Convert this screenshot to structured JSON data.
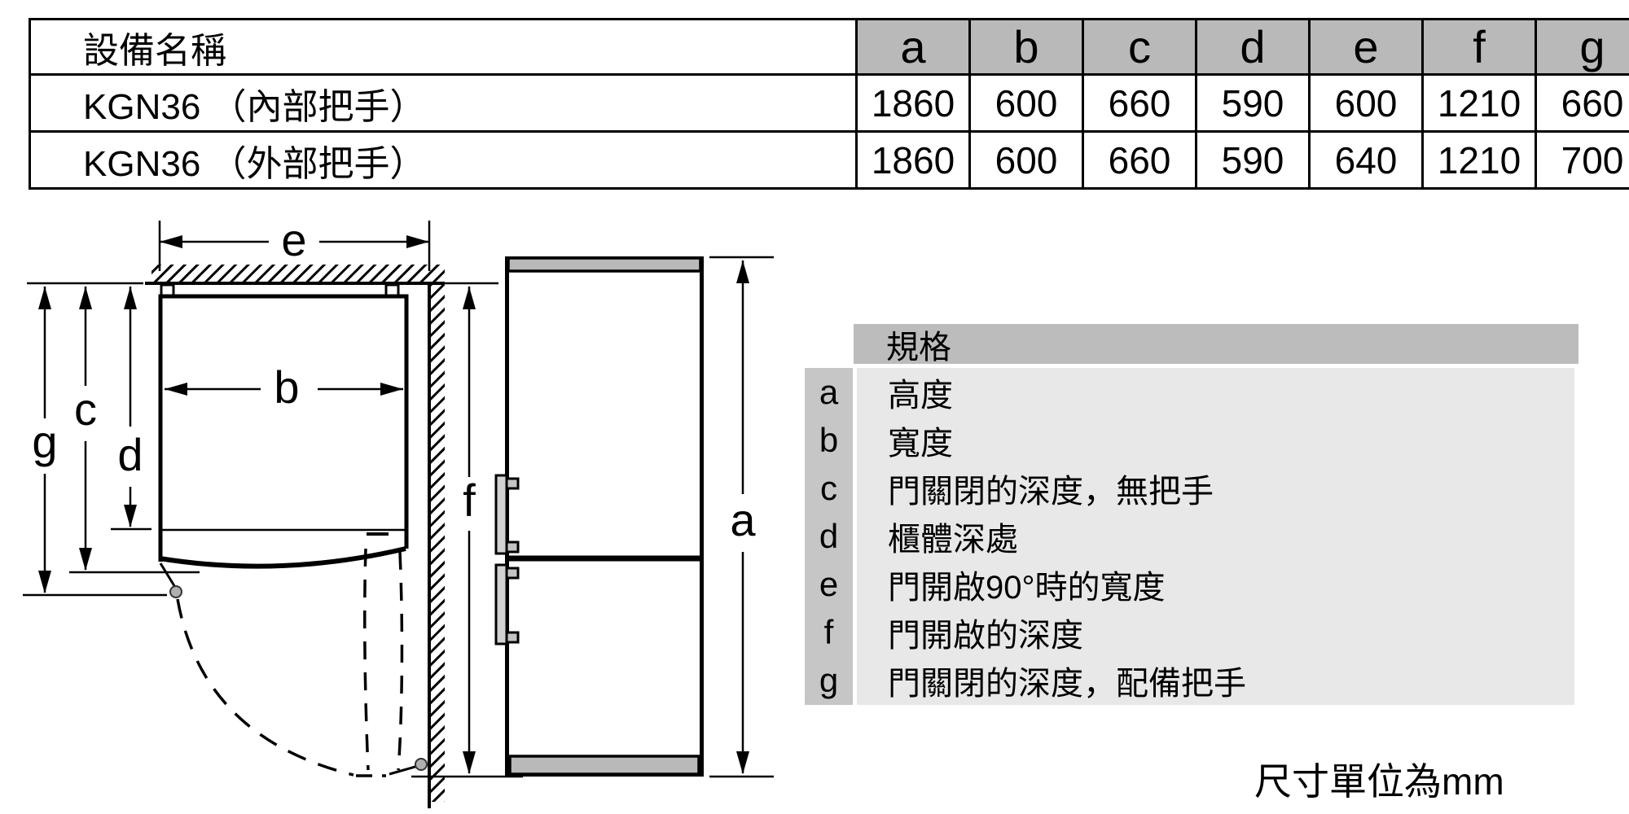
{
  "table": {
    "name_header": "設備名稱",
    "dim_headers": [
      "a",
      "b",
      "c",
      "d",
      "e",
      "f",
      "g"
    ],
    "rows": [
      {
        "name": "KGN36 （內部把手）",
        "values": [
          "1860",
          "600",
          "660",
          "590",
          "600",
          "1210",
          "660"
        ]
      },
      {
        "name": "KGN36 （外部把手）",
        "values": [
          "1860",
          "600",
          "660",
          "590",
          "640",
          "1210",
          "700"
        ]
      }
    ]
  },
  "legend": {
    "header": "規格",
    "entries": [
      {
        "key": "a",
        "label": "高度"
      },
      {
        "key": "b",
        "label": "寬度"
      },
      {
        "key": "c",
        "label": "門關閉的深度，無把手"
      },
      {
        "key": "d",
        "label": "櫃體深處"
      },
      {
        "key": "e",
        "label": "門開啟90°時的寬度"
      },
      {
        "key": "f",
        "label": "門開啟的深度"
      },
      {
        "key": "g",
        "label": "門關閉的深度，配備把手"
      }
    ]
  },
  "labels": {
    "a": "a",
    "b": "b",
    "c": "c",
    "d": "d",
    "e": "e",
    "f": "f",
    "g": "g"
  },
  "caption": "尺寸單位為mm",
  "colors": {
    "table_header_bg": "#b9b9b9",
    "legend_header_bg": "#bcbcbc",
    "legend_key_col_bg": "#c6c6c6",
    "legend_row_bg": "#e8e8e8",
    "appliance_trim_gray": "#b9b9b9",
    "hinge_dot_gray": "#b0b0b0"
  }
}
